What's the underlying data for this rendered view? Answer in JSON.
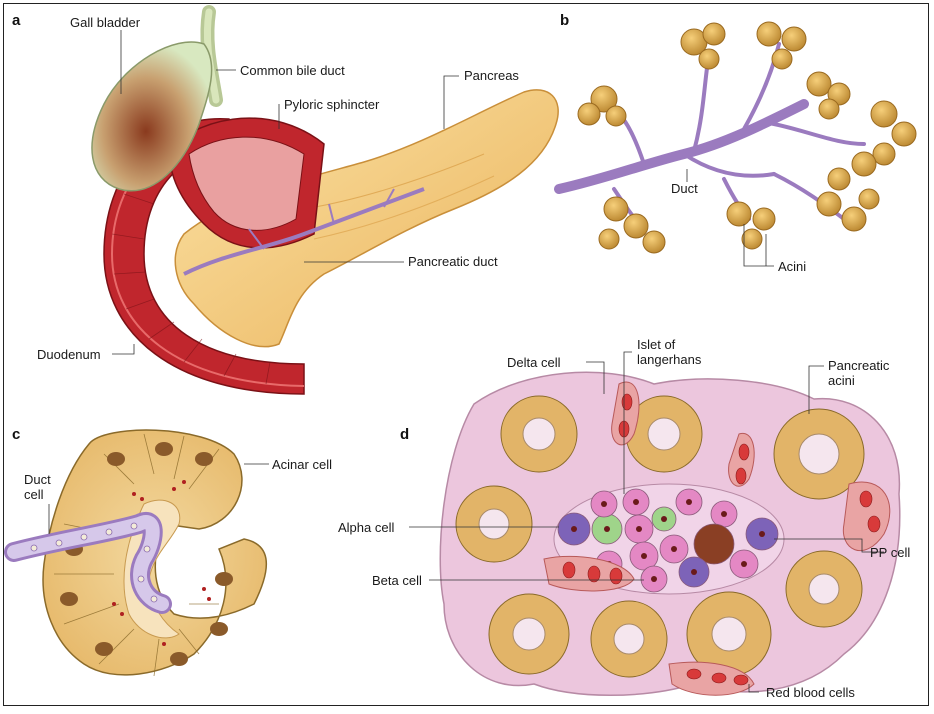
{
  "panels": {
    "a": {
      "letter": "a",
      "labels": {
        "gall_bladder": "Gall bladder",
        "common_bile_duct": "Common bile duct",
        "pyloric_sphincter": "Pyloric sphincter",
        "pancreas": "Pancreas",
        "pancreatic_duct": "Pancreatic duct",
        "duodenum": "Duodenum"
      }
    },
    "b": {
      "letter": "b",
      "labels": {
        "duct": "Duct",
        "acini": "Acini"
      }
    },
    "c": {
      "letter": "c",
      "labels": {
        "duct_cell": "Duct\ncell",
        "acinar_cell": "Acinar cell"
      }
    },
    "d": {
      "letter": "d",
      "labels": {
        "delta_cell": "Delta cell",
        "islet": "Islet of\nlangerhans",
        "pancreatic_acini": "Pancreatic\nacini",
        "alpha_cell": "Alpha cell",
        "beta_cell": "Beta cell",
        "pp_cell": "PP cell",
        "red_blood_cells": "Red blood cells"
      }
    }
  },
  "colors": {
    "gall_bladder": "#8a4a2a",
    "duodenum_red": "#c0262d",
    "pancreas_tan": "#f2c46a",
    "duct_purple": "#9b7bbf",
    "acinus_gold": "#d9a444",
    "islet_pink": "#e7a7cf",
    "alpha_purple": "#7d63b8",
    "beta_pink": "#e488c4",
    "delta_green": "#9fd48a",
    "pp_brown": "#8a3f24",
    "rbc_red": "#d83a3a",
    "interstitium_pink": "#ecc6dd"
  }
}
